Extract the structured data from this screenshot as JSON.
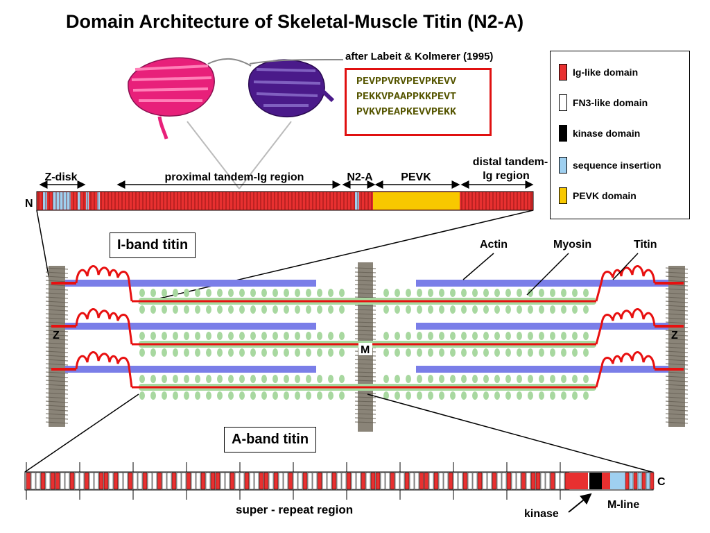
{
  "title": "Domain Architecture of Skeletal-Muscle Titin (N2-A)",
  "citation": "after Labeit & Kolmerer (1995)",
  "sequence_lines": [
    "PEVPPVRVPEVPKEVV",
    "PEKKVPAAPPKKPEVT",
    "PVKVPEAPKEVVPEKK"
  ],
  "legend": [
    {
      "label": "Ig-like domain",
      "color": "#e83030"
    },
    {
      "label": "FN3-like domain",
      "color": "#ffffff"
    },
    {
      "label": "kinase domain",
      "color": "#000000"
    },
    {
      "label": "sequence insertion",
      "color": "#9fd0f0"
    },
    {
      "label": "PEVK domain",
      "color": "#f8c800"
    }
  ],
  "regions": {
    "z_disk": "Z-disk",
    "proximal": "proximal tandem-Ig region",
    "n2a": "N2-A",
    "pevk": "PEVK",
    "distal_line1": "distal tandem-",
    "distal_line2": "Ig region"
  },
  "terminals": {
    "n": "N",
    "c": "C",
    "z": "Z",
    "m": "M"
  },
  "labels": {
    "i_band": "I-band titin",
    "a_band": "A-band titin",
    "actin": "Actin",
    "myosin": "Myosin",
    "titin": "Titin",
    "super_repeat": "super - repeat region",
    "kinase": "kinase",
    "m_line": "M-line"
  },
  "colors": {
    "ig": "#e83030",
    "insertion": "#9fd0f0",
    "pevk": "#f8c800",
    "actin": "#7a7ee8",
    "myosin": "#a8d8a0",
    "titin": "#e81010",
    "zdisk": "#8a8478",
    "protein_pink": "#e8207a",
    "protein_purple": "#4a1a8a"
  }
}
